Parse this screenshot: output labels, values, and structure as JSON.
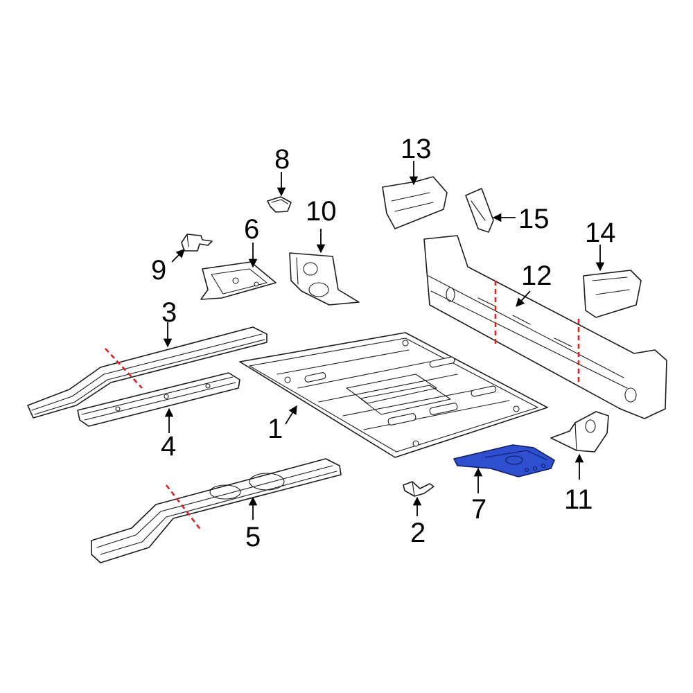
{
  "callouts": [
    {
      "id": "1",
      "label": "1"
    },
    {
      "id": "2",
      "label": "2"
    },
    {
      "id": "3",
      "label": "3"
    },
    {
      "id": "4",
      "label": "4"
    },
    {
      "id": "5",
      "label": "5"
    },
    {
      "id": "6",
      "label": "6"
    },
    {
      "id": "7",
      "label": "7"
    },
    {
      "id": "8",
      "label": "8"
    },
    {
      "id": "9",
      "label": "9"
    },
    {
      "id": "10",
      "label": "10"
    },
    {
      "id": "11",
      "label": "11"
    },
    {
      "id": "12",
      "label": "12"
    },
    {
      "id": "13",
      "label": "13"
    },
    {
      "id": "14",
      "label": "14"
    },
    {
      "id": "15",
      "label": "15"
    }
  ],
  "highlighted_part": "7",
  "colors": {
    "highlight": "#2d4fd0",
    "cut_line": "#e02020",
    "outline": "#1a1a1a"
  }
}
